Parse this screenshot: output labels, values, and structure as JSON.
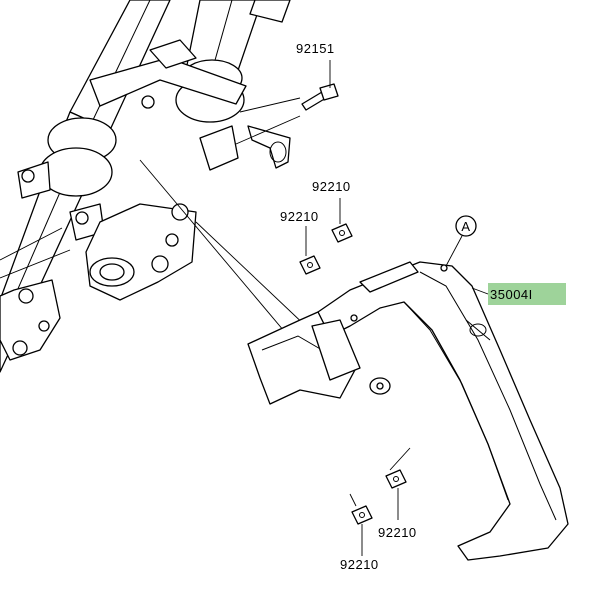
{
  "diagram": {
    "highlight_color": "#9ed39a",
    "callout_letter": "A",
    "labels": {
      "bolt_top": "92151",
      "nut_upper_right": "92210",
      "nut_upper_left": "92210",
      "fender_part": "35004I",
      "nut_lower_right": "92210",
      "nut_lower_left": "92210"
    }
  }
}
